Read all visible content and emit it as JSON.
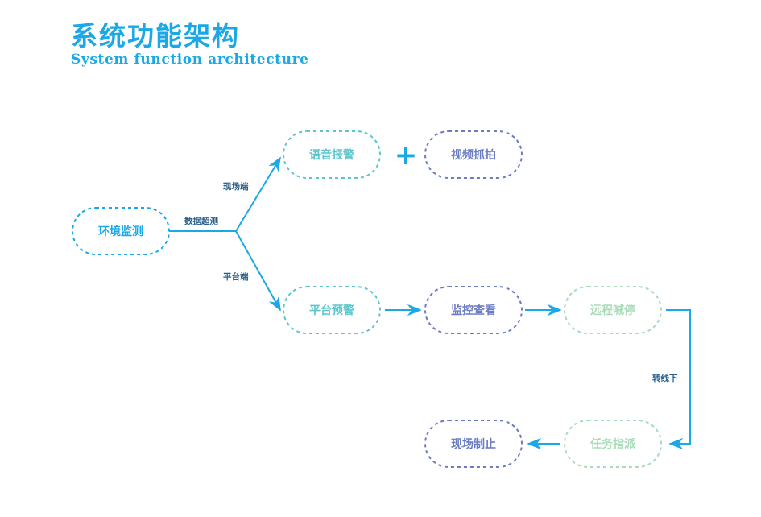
{
  "title": "系统功能架构",
  "subtitle": "System function architecture",
  "nodes": {
    "env_monitor": "环境监测",
    "voice_alarm": "语音报警",
    "video_capture": "视频抓拍",
    "platform_alert": "平台预警",
    "monitor_view": "监控查看",
    "remote_shout": "远程喊停",
    "task_dispatch": "任务指派",
    "site_stop": "现场制止"
  },
  "edges": {
    "data_exceed": "数据超测",
    "onsite": "现场端",
    "platform": "平台端",
    "offline": "转线下"
  },
  "plus_symbol": "+",
  "colors": {
    "accent": "#1aa8e6",
    "teal": "#5cc6cc",
    "indigo": "#6b7cc4",
    "green": "#a8dcb8"
  }
}
